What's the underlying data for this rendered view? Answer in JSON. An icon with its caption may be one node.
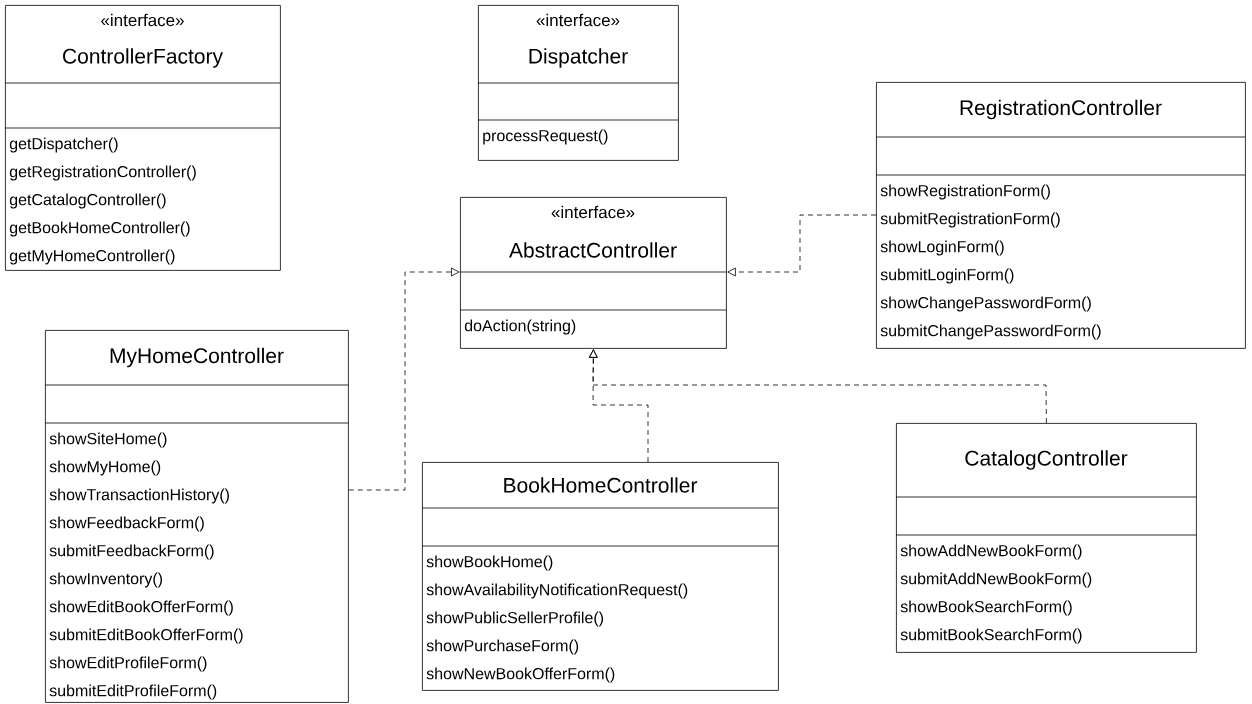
{
  "diagram": {
    "nodes": [
      {
        "text": [
          "«interface»",
          "ControllerFactory",
          "getDispatcher()",
          "getRegistrationController()",
          "getCatalogController()",
          "getBookHomeController()",
          "getMyHomeController()"
        ]
      },
      {
        "text": [
          "«interface»",
          "Dispatcher",
          "processRequest()"
        ]
      },
      {
        "text": [
          "«interface»",
          "AbstractController",
          "doAction(string)"
        ]
      },
      {
        "text": [
          "RegistrationController",
          "showRegistrationForm()",
          "submitRegistrationForm()",
          "showLoginForm()",
          "submitLoginForm()",
          "showChangePasswordForm()",
          "submitChangePasswordForm()"
        ]
      },
      {
        "text": [
          "MyHomeController",
          "showSiteHome()",
          "showMyHome()",
          "showTransactionHistory()",
          "showFeedbackForm()",
          "submitFeedbackForm()",
          "showInventory()",
          "showEditBookOfferForm()",
          "submitEditBookOfferForm()",
          "showEditProfileForm()",
          "submitEditProfileForm()"
        ]
      },
      {
        "text": [
          "BookHomeController",
          "showBookHome()",
          "showAvailabilityNotificationRequest()",
          "showPublicSellerProfile()",
          "showPurchaseForm()",
          "showNewBookOfferForm()"
        ]
      },
      {
        "text": [
          "CatalogController",
          "showAddNewBookForm()",
          "submitAddNewBookForm()",
          "showBookSearchForm()",
          "submitBookSearchForm()"
        ]
      }
    ],
    "edges": [
      {
        "from": 4,
        "to": 2,
        "arrow": "to",
        "style": "dashed"
      },
      {
        "from": 3,
        "to": 2,
        "arrow": "to",
        "style": "dashed"
      },
      {
        "from": 5,
        "to": 2,
        "arrow": "to",
        "style": "dashed"
      },
      {
        "from": 6,
        "to": 2,
        "arrow": "to",
        "style": "dashed"
      }
    ]
  }
}
